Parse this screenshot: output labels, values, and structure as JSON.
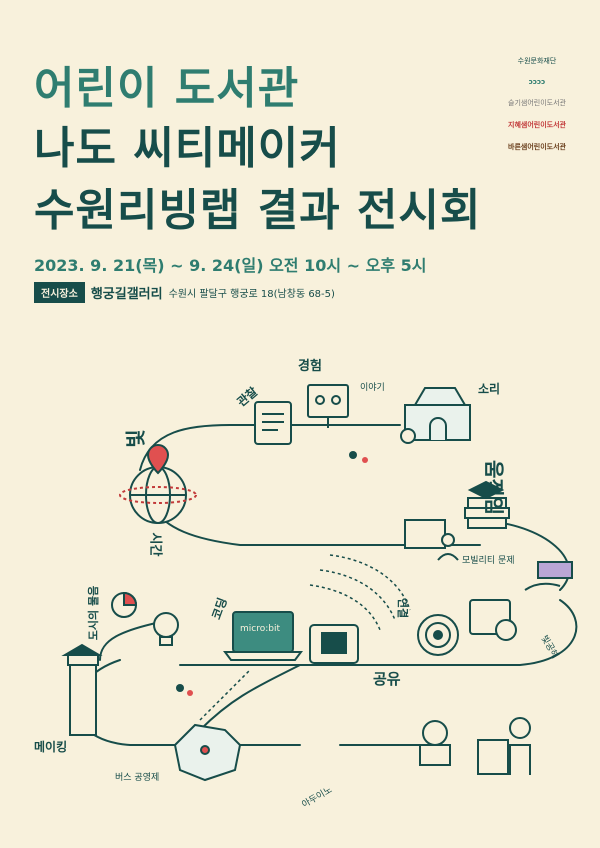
{
  "title": {
    "line1": "어린이 도서관",
    "line2": "나도 씨티메이커",
    "line3": "수원리빙랩 결과 전시회"
  },
  "date": "2023. 9. 21(목) ~ 9. 24(일) 오전 10시 ~ 오후 5시",
  "venue": {
    "tag": "전시장소",
    "name": "행궁길갤러리",
    "address": "수원시 팔달구 행궁로 18(남창동 68-5)"
  },
  "logos": [
    "수원문화재단",
    "ᴐᴐᴐᴐ",
    "슬기샘어린이도서관",
    "지혜샘어린이도서관",
    "바른샘어린이도서관"
  ],
  "keywords": {
    "bit": "빛",
    "sigan": "시간",
    "gwanchal": "관찰",
    "gyeongheom": "경험",
    "iyagi": "이야기",
    "sori": "소리",
    "umjigim": "움직임",
    "mobility": "모빌리티 문제",
    "yeongyeol": "연결",
    "bitgongje": "빛공해",
    "coding": "코딩",
    "dosi": "도시의 물음",
    "gongyu": "공유",
    "making": "메이킹",
    "bus": "버스 공영제",
    "aduino": "아두이노",
    "microbit": "micro:bit"
  },
  "colors": {
    "background": "#f8f1dc",
    "title_light": "#2f7d70",
    "title_dark": "#174d4a",
    "line": "#174d4a"
  }
}
